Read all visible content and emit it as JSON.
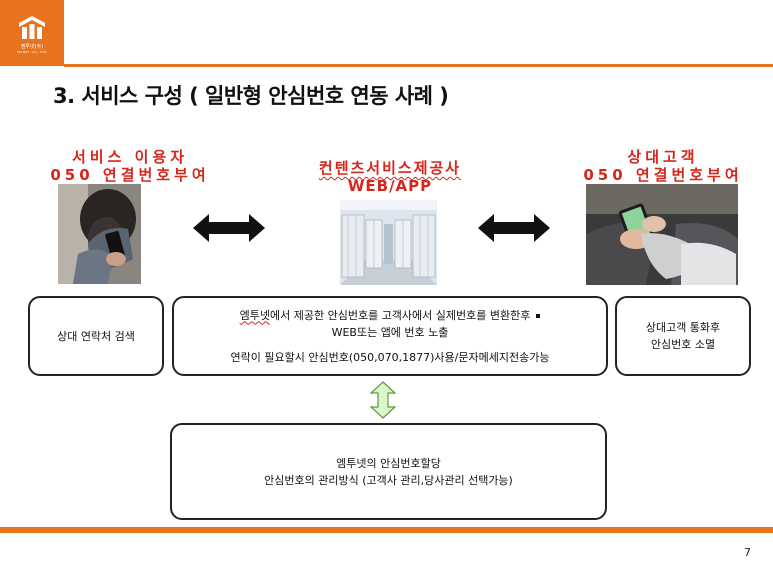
{
  "logo": {
    "company": "엠투넷(주)",
    "sub": "M2NET CO.,LTD"
  },
  "title": "3. 서비스 구성 ( 일반형 안심번호 연동 사례 )",
  "left": {
    "line1": "서비스 이용자",
    "line2": "050 연결번호부여",
    "box": "상대 연락처 검색"
  },
  "center": {
    "line1": "컨텐츠서비스제공사",
    "line2": "WEB/APP",
    "box_line1_a": "엠투넷",
    "box_line1_b": "에서 제공한  안심번호를 고객사에서 실제번호를 변환한후",
    "box_line2": "WEB또는 앱에 번호 노출",
    "box_line3": "연락이 필요할시 안심번호(050,070,1877)사용/문자메세지전송가능"
  },
  "right": {
    "line1": "상대고객",
    "line2": "050 연결번호부여",
    "box_line1": "상대고객 통화후",
    "box_line2": "안심번호 소멸"
  },
  "bottom_box": {
    "line1": "엠투넷의 안심번호할당",
    "line2": "안심번호의 관리방식 (고객사 관리,당사관리 선택가능)"
  },
  "page_number": "7",
  "colors": {
    "accent": "#e8731f",
    "heading": "#d7261b",
    "arrow_fill": "#d9f7c8",
    "arrow_stroke": "#5a9a3c"
  },
  "icons": [
    "logo-icon",
    "double-arrow-icon",
    "vertical-double-arrow-icon"
  ]
}
